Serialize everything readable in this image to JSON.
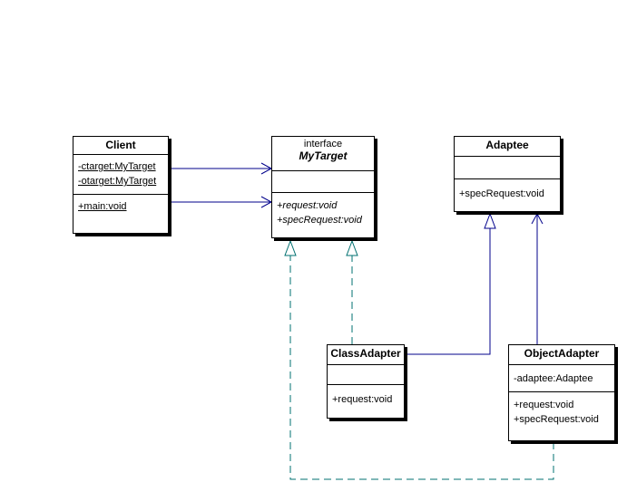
{
  "classes": {
    "client": {
      "name": "Client",
      "attributes": [
        "-ctarget:MyTarget",
        "-otarget:MyTarget"
      ],
      "operations": [
        "+main:void"
      ]
    },
    "mytarget": {
      "stereotype": "interface",
      "name": "MyTarget",
      "attributes": [],
      "operations": [
        "+request:void",
        "+specRequest:void"
      ]
    },
    "adaptee": {
      "name": "Adaptee",
      "attributes": [],
      "operations": [
        "+specRequest:void"
      ]
    },
    "classadapter": {
      "name": "ClassAdapter",
      "attributes": [],
      "operations": [
        "+request:void"
      ]
    },
    "objectadapter": {
      "name": "ObjectAdapter",
      "attributes": [
        "-adaptee:Adaptee"
      ],
      "operations": [
        "+request:void",
        "+specRequest:void"
      ]
    }
  },
  "colors": {
    "association": "#00008b",
    "realization": "#007070",
    "generalization": "#00008b"
  }
}
